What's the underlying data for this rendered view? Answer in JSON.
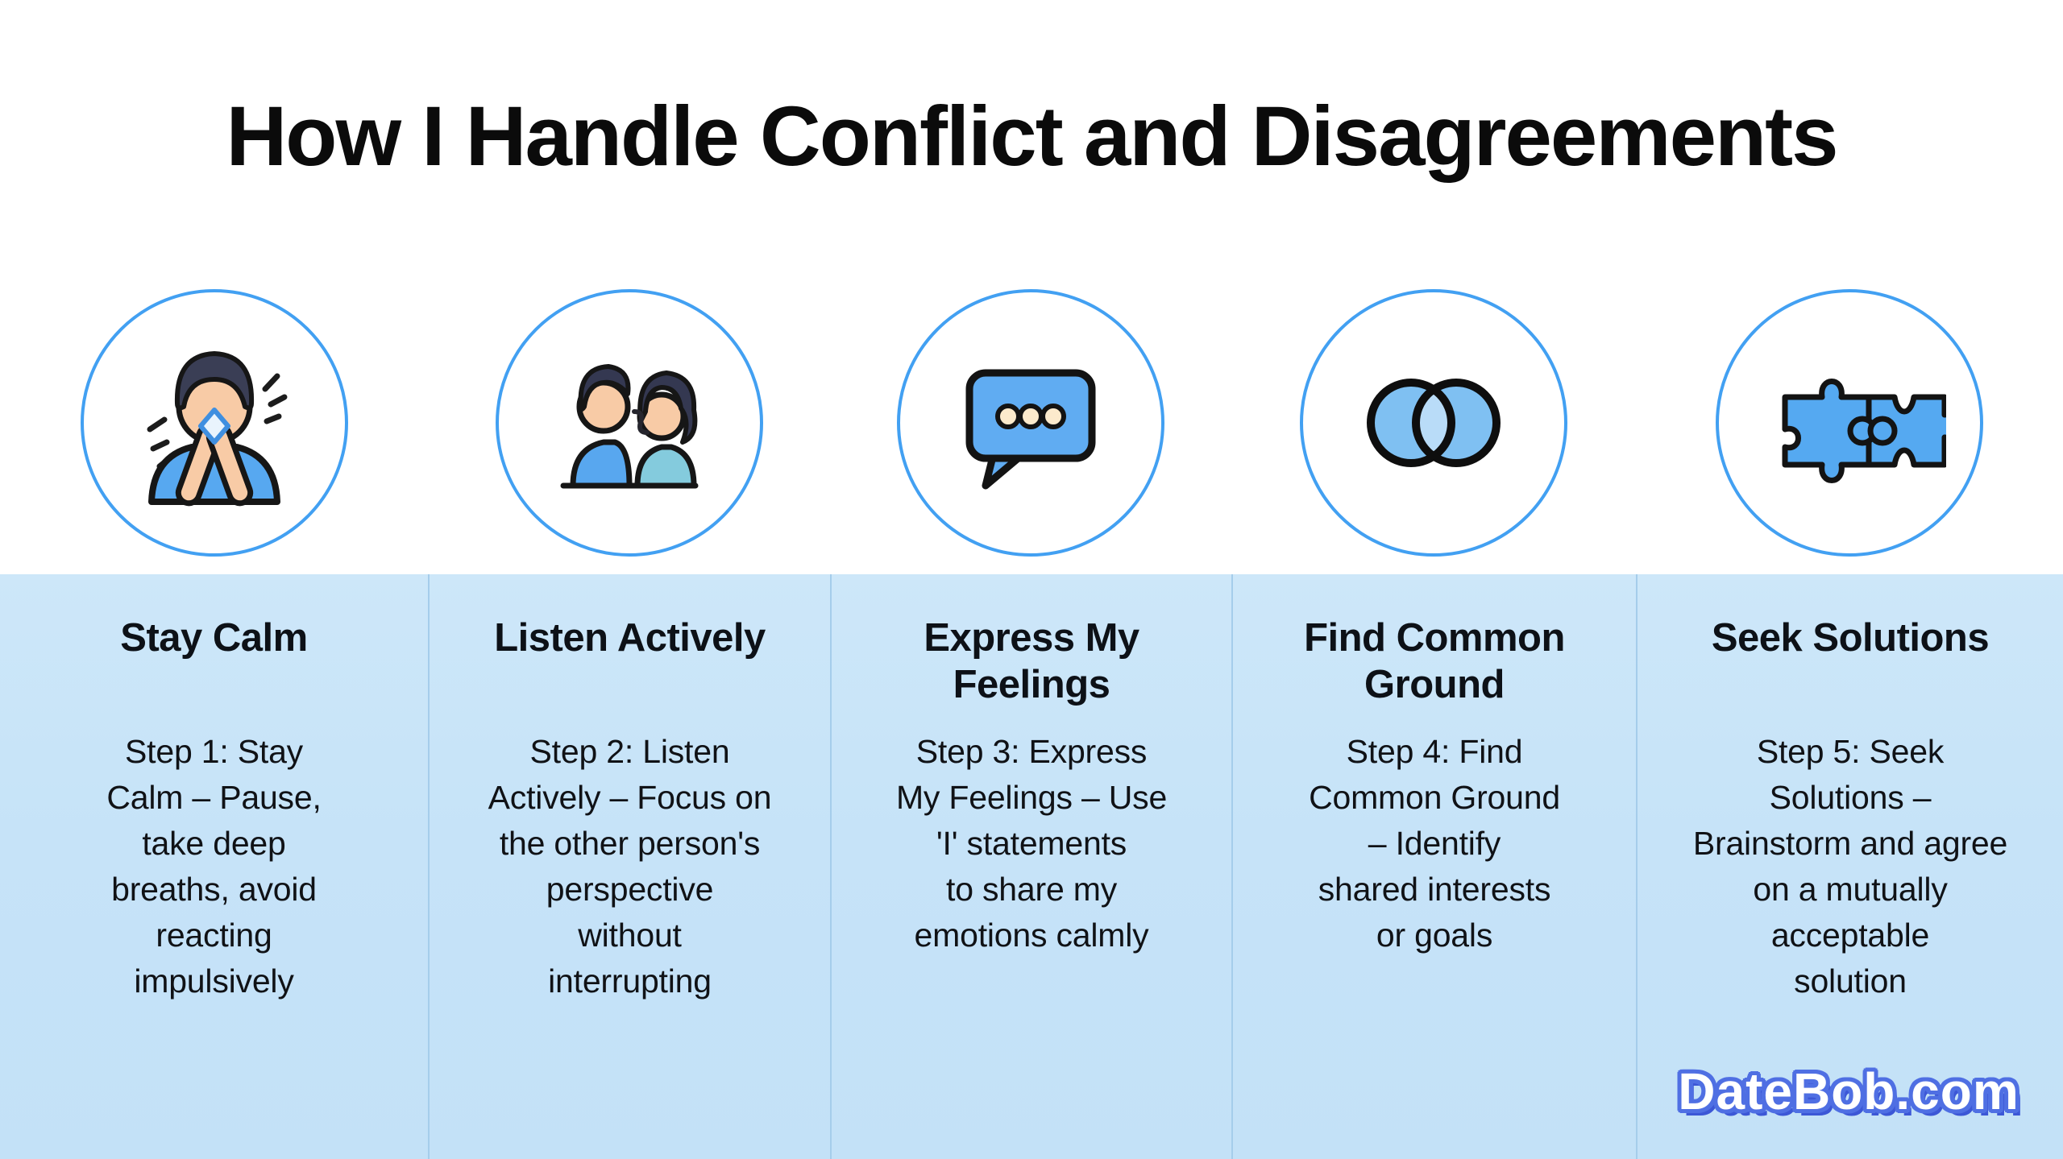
{
  "title": "How I Handle Conflict and Disagreements",
  "watermark": "DateBob.com",
  "colors": {
    "accent_circle_ring": "#42a0f2",
    "panel_background": "#c8e4f8",
    "panel_divider": "#a5cdeb",
    "icon_blue": "#5aabf0",
    "watermark_fill": "#ffffff",
    "watermark_outline": "#4f6fe3",
    "text": "#0d1117"
  },
  "columns": [
    {
      "icon": "person-breathing-icon",
      "title": "Stay Calm",
      "body": "Step 1: Stay\nCalm – Pause,\ntake deep\nbreaths, avoid\nreacting\nimpulsively"
    },
    {
      "icon": "two-people-talking-icon",
      "title": "Listen Actively",
      "body": "Step 2: Listen\nActively – Focus on\nthe other person's\nperspective\nwithout\ninterrupting"
    },
    {
      "icon": "speech-bubble-icon",
      "title": "Express My\nFeelings",
      "body": "Step 3: Express\nMy Feelings – Use\n'I' statements\nto share my\nemotions calmly"
    },
    {
      "icon": "venn-diagram-icon",
      "title": "Find Common\nGround",
      "body": "Step 4: Find\nCommon Ground\n– Identify\nshared interests\nor goals"
    },
    {
      "icon": "puzzle-pieces-icon",
      "title": "Seek Solutions",
      "body": "Step 5: Seek\nSolutions –\nBrainstorm and agree\non a mutually\nacceptable\nsolution"
    }
  ]
}
